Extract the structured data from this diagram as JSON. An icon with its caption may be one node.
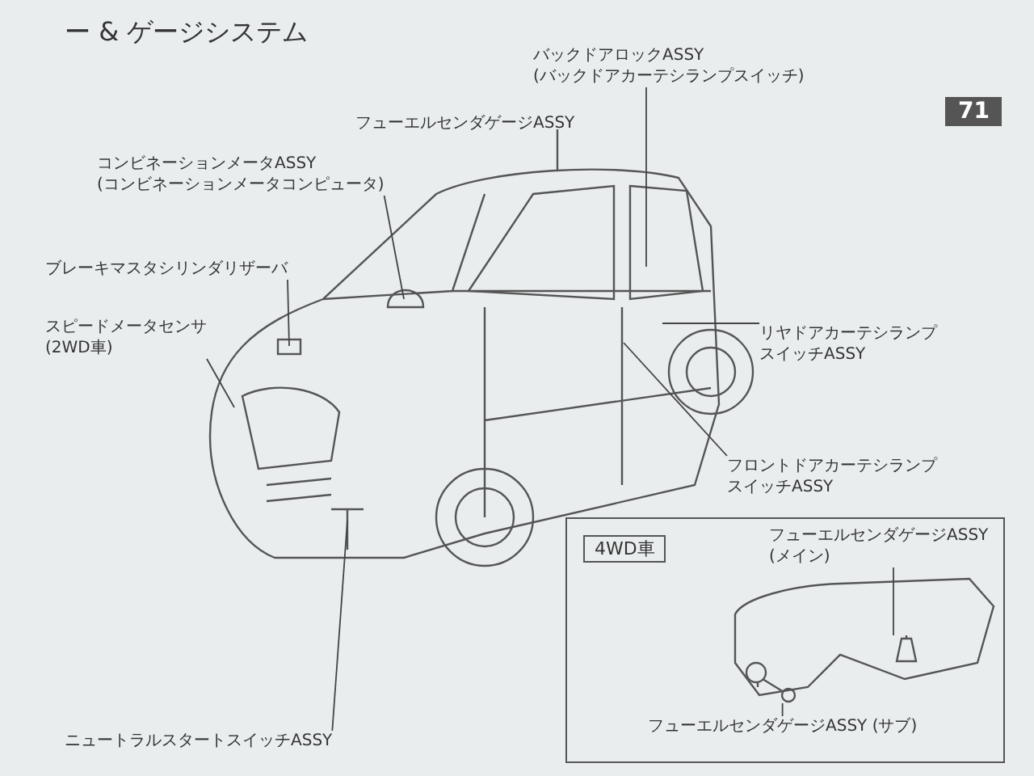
{
  "diagram": {
    "title": "ー & ゲージシステム",
    "nodes": [
      {
        "text": [
          "コンビネーションメータASSY",
          "(コンビネーションメータコンピュータ)"
        ]
      },
      {
        "text": [
          "バックドアロックASSY",
          "(バックドアカーテシランプスイッチ)"
        ]
      },
      {
        "text": [
          "フューエルセンダゲージASSY"
        ]
      },
      {
        "text": [
          "ブレーキマスタシリンダリザーバ"
        ]
      },
      {
        "text": [
          "スピードメータセンサ",
          "(2WD車)"
        ]
      },
      {
        "text": [
          "リヤドアカーテシランプスイッチASSY"
        ]
      },
      {
        "text": [
          "フロントドアカーテシランプスイッチASSY"
        ]
      },
      {
        "text": [
          "ニュートラルスタートスイッチASSY"
        ]
      },
      {
        "text": [
          "4WD車"
        ]
      },
      {
        "text": [
          "フューエルセンダゲージASSY",
          "(メイン)"
        ],
        "in": 8
      },
      {
        "text": [
          "フューエルセンダゲージASSY (サブ)"
        ],
        "in": 8
      },
      {
        "text": [],
        "shape": "picture",
        "in": 8
      },
      {
        "text": [],
        "shape": "picture",
        "in": 8
      }
    ],
    "edges": [
      {
        "from": 0,
        "to": null,
        "arrow": "none"
      },
      {
        "from": 1,
        "to": null,
        "arrow": "none"
      },
      {
        "from": 2,
        "to": null,
        "arrow": "none"
      },
      {
        "from": 3,
        "to": null,
        "arrow": "none"
      },
      {
        "from": 4,
        "to": null,
        "arrow": "none"
      },
      {
        "from": 5,
        "to": null,
        "arrow": "none"
      },
      {
        "from": 6,
        "to": null,
        "arrow": "none"
      },
      {
        "from": 7,
        "to": null,
        "arrow": "none"
      },
      {
        "from": 9,
        "to": 11,
        "arrow": "none"
      },
      {
        "from": 10,
        "to": 12,
        "arrow": "none"
      }
    ],
    "labels": [
      "71"
    ]
  }
}
